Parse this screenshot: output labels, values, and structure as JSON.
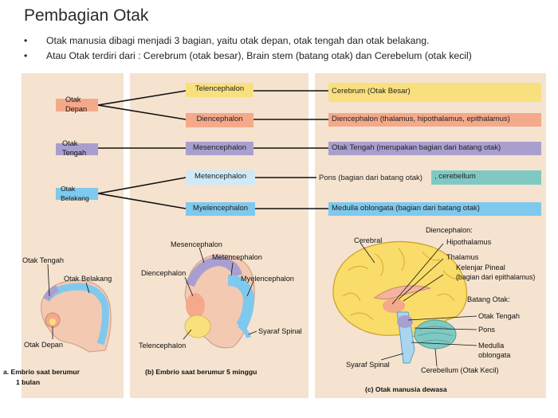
{
  "title": "Pembagian Otak",
  "bullets": [
    "Otak manusia dibagi menjadi 3 bagian, yaitu otak depan, otak tengah dan otak belakang.",
    "Atau Otak terdiri dari : Cerebrum (otak besar), Brain stem (batang otak) dan Cerebelum (otak kecil)"
  ],
  "bullet_symbol": "•",
  "left_boxes": [
    {
      "text": "Otak\nDepan",
      "color": "#f4a98a"
    },
    {
      "text": "Otak\nTengah",
      "color": "#a99fcf"
    },
    {
      "text": "Otak\nBelakang",
      "color": "#7fc9ee"
    }
  ],
  "middle_boxes": [
    {
      "text": "Telencephalon",
      "color": "#f9e07e"
    },
    {
      "text": "Diencephalon",
      "color": "#f4a98a"
    },
    {
      "text": "Mesencephalon",
      "color": "#a99fcf"
    },
    {
      "text": "Metencephalon",
      "color": "#cfe9f6"
    },
    {
      "text": "Myelencephalon",
      "color": "#7fc9ee"
    }
  ],
  "right_boxes": [
    {
      "text": "Cerebrum (Otak Besar)",
      "color": "#f9e07e"
    },
    {
      "text": "Diencephalon (thalamus, hipothalamus, epithalamus)",
      "color": "#f4a98a"
    },
    {
      "text": "Otak Tengah (merupakan bagian dari batang otak)",
      "color": "#a99fcf"
    },
    {
      "text": "Pons (bagian dari batang otak)",
      "color": "none"
    },
    {
      "text": ",      cerebellum",
      "color": "#80c9c3"
    },
    {
      "text": "Medulla oblongata (bagian dari batang otak)",
      "color": "#7fc9ee"
    }
  ],
  "panel_a": {
    "labels": [
      "Otak Tengah",
      "Otak Belakang",
      "Otak Depan"
    ],
    "caption_line1": "a. Embrio saat berumur",
    "caption_line2": "1 bulan"
  },
  "panel_b": {
    "labels": [
      "Mesencephalon",
      "Metencephalon",
      "Diencephalon",
      "Myelencephalon",
      "Syaraf Spinal",
      "Telencephalon"
    ],
    "caption": "(b) Embrio saat berumur 5 minggu"
  },
  "panel_c": {
    "labels": [
      "Diencephalon:",
      "Cerebral",
      "Hipothalamus",
      "Thalamus",
      "Kelenjar Pineal",
      "(bagian dari epithalamus)",
      "Batang Otak:",
      "Otak Tengah",
      "Pons",
      "Medulla",
      "oblongata",
      "Syaraf Spinal",
      "Cerebellum (Otak Kecil)"
    ],
    "caption": "(c) Otak manusia dewasa"
  }
}
